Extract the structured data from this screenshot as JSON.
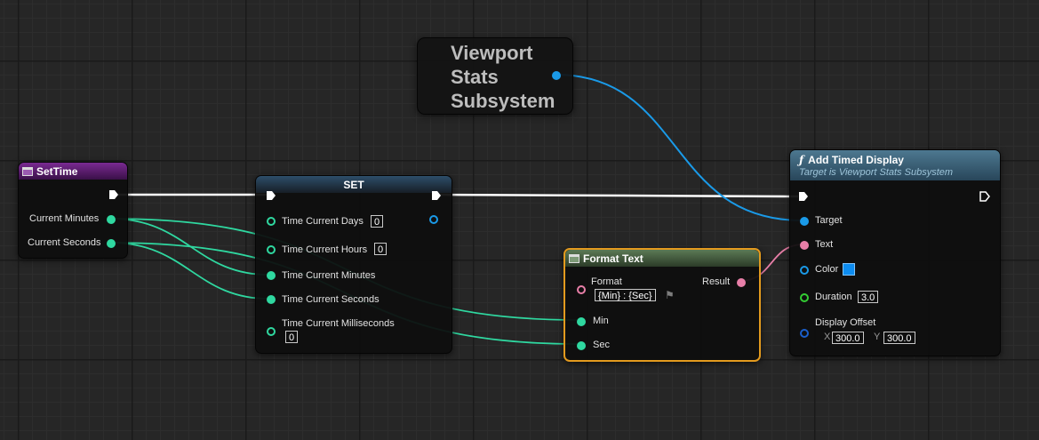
{
  "colors": {
    "exec": "#ffffff",
    "float": "#2fd8a0",
    "object": "#1a9ae8",
    "text": "#e87fa8",
    "linear_color": "#0d8cf0",
    "duration": "#33cc33",
    "vector2d": "#1a5fcc",
    "selected_border": "#e39a1e"
  },
  "viewport_node": {
    "title": "Viewport Stats Subsystem"
  },
  "settime_node": {
    "title": "SetTime",
    "pins": {
      "current_minutes": "Current Minutes",
      "current_seconds": "Current Seconds"
    }
  },
  "set_node": {
    "title": "SET",
    "pins": {
      "days": "Time Current Days",
      "days_value": "0",
      "hours": "Time Current Hours",
      "hours_value": "0",
      "minutes": "Time Current Minutes",
      "seconds": "Time Current Seconds",
      "milliseconds": "Time Current Milliseconds",
      "milliseconds_value": "0"
    }
  },
  "format_node": {
    "title": "Format Text",
    "pins": {
      "format": "Format",
      "format_value": "{Min} : {Sec}",
      "result": "Result",
      "min": "Min",
      "sec": "Sec"
    }
  },
  "display_node": {
    "title": "Add Timed Display",
    "subtitle": "Target is Viewport Stats Subsystem",
    "func_symbol": "ƒ",
    "pins": {
      "target": "Target",
      "text": "Text",
      "color": "Color",
      "duration": "Duration",
      "duration_value": "3.0",
      "offset": "Display Offset",
      "x_label": "X",
      "x_value": "300.0",
      "y_label": "Y",
      "y_value": "300.0"
    }
  }
}
